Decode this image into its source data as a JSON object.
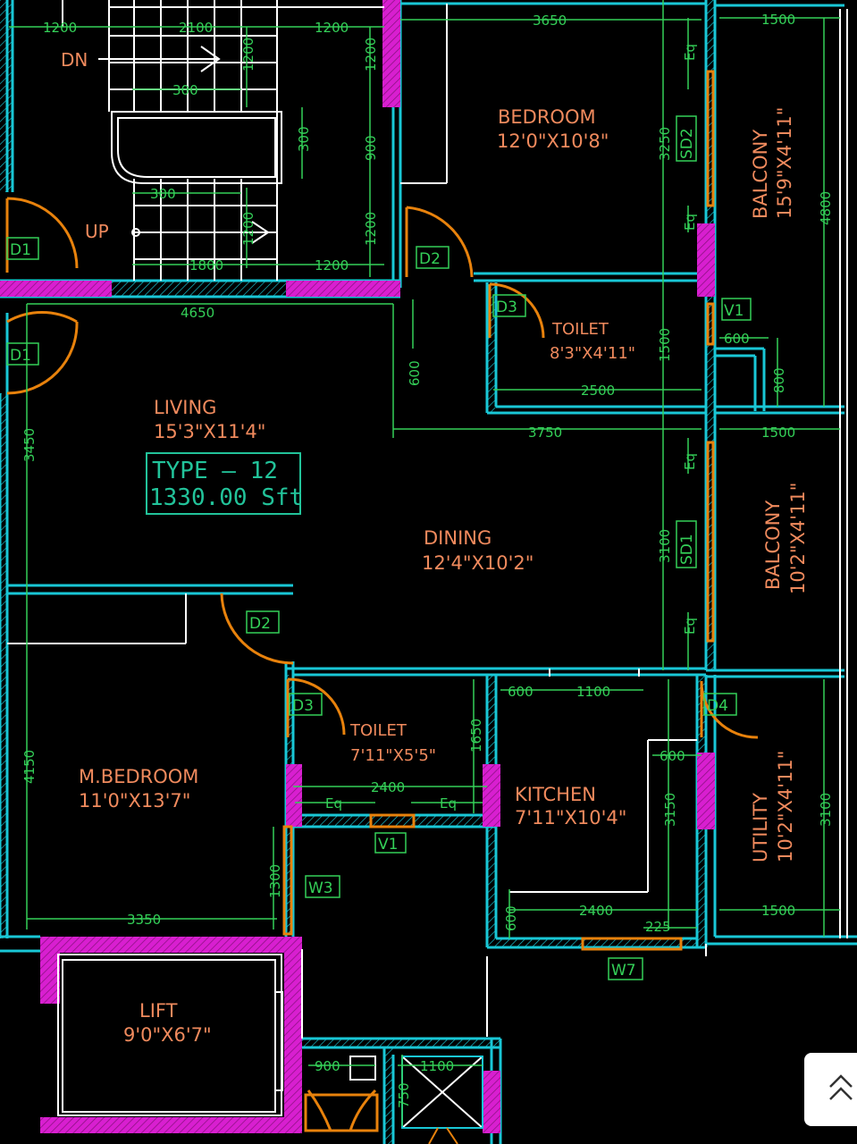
{
  "plan": {
    "type_label": "TYPE – 12",
    "area_label": "1330.00 Sft",
    "stairs": {
      "dn": "DN",
      "up": "UP"
    },
    "rooms": {
      "bedroom": {
        "name": "BEDROOM",
        "size": "12'0\"X10'8\""
      },
      "toilet1": {
        "name": "TOILET",
        "size": "8'3\"X4'11\""
      },
      "balcony1": {
        "name": "BALCONY",
        "size": "15'9\"X4'11\""
      },
      "living": {
        "name": "LIVING",
        "size": "15'3\"X11'4\""
      },
      "dining": {
        "name": "DINING",
        "size": "12'4\"X10'2\""
      },
      "balcony2": {
        "name": "BALCONY",
        "size": "10'2\"X4'11\""
      },
      "mbedroom": {
        "name": "M.BEDROOM",
        "size": "11'0\"X13'7\""
      },
      "toilet2": {
        "name": "TOILET",
        "size": "7'11\"X5'5\""
      },
      "kitchen": {
        "name": "KITCHEN",
        "size": "7'11\"X10'4\""
      },
      "utility": {
        "name": "UTILITY",
        "size": "10'2\"X4'11\""
      },
      "lift": {
        "name": "LIFT",
        "size": "9'0\"X6'7\""
      }
    },
    "tags": {
      "d1a": "D1",
      "d1b": "D1",
      "d2a": "D2",
      "d2b": "D2",
      "d3a": "D3",
      "d3b": "D3",
      "d4": "D4",
      "sd1": "SD1",
      "sd2": "SD2",
      "v1a": "V1",
      "v1b": "V1",
      "w3": "W3",
      "w7": "W7"
    },
    "dims": {
      "d1200a": "1200",
      "d2100": "2100",
      "d1200b": "1200",
      "d3650": "3650",
      "d1500a": "1500",
      "d300a": "300",
      "d300b": "300",
      "d300c": "300",
      "d1800": "1800",
      "d1200c": "1200",
      "d1200v1": "1200",
      "d1200v2": "1200",
      "d1200v3": "1200",
      "d900": "900",
      "d1200v4": "1200",
      "d4650": "4650",
      "d600a": "600",
      "d3250": "3250",
      "d4800": "4800",
      "d1500v": "1500",
      "d2500": "2500",
      "d600b": "600",
      "d800": "800",
      "d3750": "3750",
      "d1500b": "1500",
      "d3450": "3450",
      "d3100a": "3100",
      "d600c": "600",
      "d1100a": "1100",
      "d1650": "1650",
      "d2400a": "2400",
      "d4150": "4150",
      "d600d": "600",
      "d3150": "3150",
      "d3100b": "3100",
      "d1300": "1300",
      "d3350": "3350",
      "d2400b": "2400",
      "d1500c": "1500",
      "d600e": "600",
      "d225": "225",
      "d900b": "900",
      "d1100b": "1100",
      "d750": "750",
      "eq1": "Eq",
      "eq2": "Eq",
      "eq3": "Eq",
      "eq4": "Eq",
      "eq5": "Eq",
      "eq6": "Eq"
    }
  },
  "colors": {
    "background": "#000000",
    "wall": "#19c7d6",
    "dim": "#34d058",
    "room": "#f08a5d",
    "door": "#e8820c",
    "column": "#d81fd0"
  },
  "scroll_button_icon": "double-chevron-up-icon"
}
